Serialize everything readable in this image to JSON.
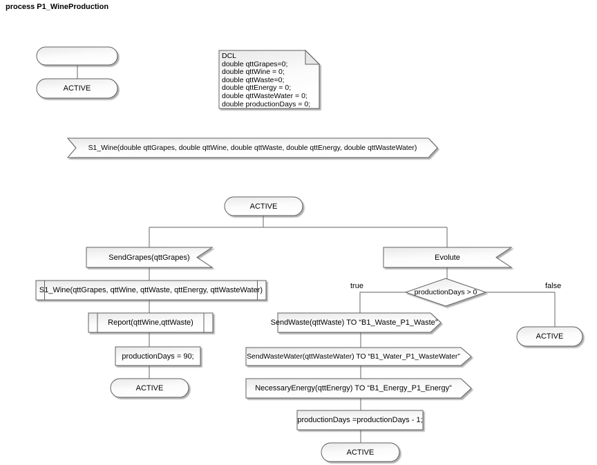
{
  "title": "process P1_WineProduction",
  "colors": {
    "shape_border": "#5f5f5f",
    "connector": "#7f7f7f",
    "shape_fill": "#ffffff",
    "shape_fill_shade": "#e9e9e9",
    "note_fold": "#e7e7e7",
    "text": "#000000"
  },
  "dcl_note": {
    "lines": [
      "DCL",
      "double qttGrapes=0;",
      "double qttWine = 0;",
      "double qttWaste=0;",
      "double qttEnergy = 0;",
      "double qttWasteWater = 0;",
      "double productionDays = 0;"
    ]
  },
  "signal_declaration": {
    "label": "S1_Wine(double qttGrapes, double qttWine, double qttWaste, double qttEnergy, double qttWasteWater)"
  },
  "states": {
    "initial": "ACTIVE",
    "main": "ACTIVE",
    "left_end": "ACTIVE",
    "true_end": "ACTIVE",
    "false_end": "ACTIVE"
  },
  "left_branch": {
    "input_label": "SendGrapes(qttGrapes)",
    "call_s1_wine": "S1_Wine(qttGrapes, qttWine, qttWaste, qttEnergy, qttWasteWater)",
    "call_report": "Report(qttWine,qttWaste)",
    "task_label": "productionDays = 90;"
  },
  "right_branch": {
    "input_label": "Evolute",
    "decision_label": "productionDays > 0",
    "branch_true": "true",
    "branch_false": "false",
    "outputs": [
      "SendWaste(qttWaste) TO “B1_Waste_P1_Waste”",
      "SendWasteWater(qttWasteWater) TO “B1_Water_P1_WasteWater”",
      "NecessaryEnergy(qttEnergy) TO “B1_Energy_P1_Energy”"
    ],
    "task_label": "productionDays =productionDays - 1;"
  }
}
